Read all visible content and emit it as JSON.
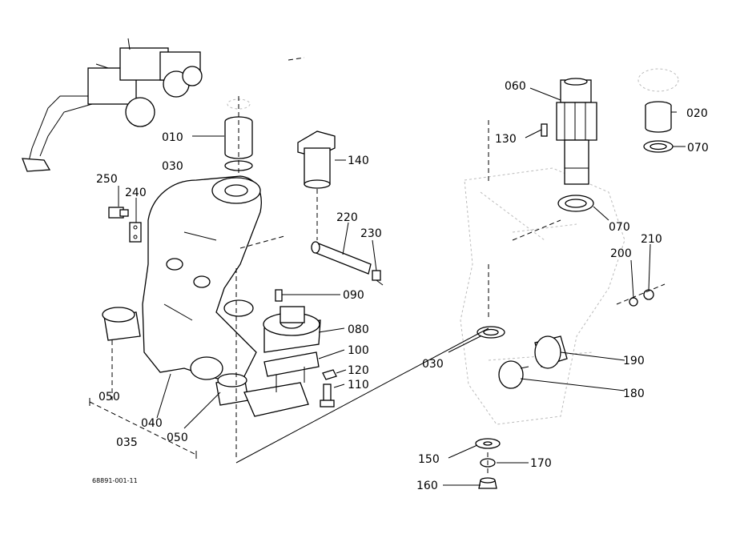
{
  "labels": {
    "p010": "010",
    "p030a": "030",
    "p250": "250",
    "p240": "240",
    "p140": "140",
    "p220": "220",
    "p230": "230",
    "p090": "090",
    "p080": "080",
    "p100": "100",
    "p120": "120",
    "p110": "110",
    "p050a": "050",
    "p040": "040",
    "p035": "035",
    "p050b": "050",
    "p060": "060",
    "p130": "130",
    "p020": "020",
    "p070a": "070",
    "p070b": "070",
    "p210": "210",
    "p200": "200",
    "p030b": "030",
    "p190": "190",
    "p180": "180",
    "p150": "150",
    "p170": "170",
    "p160": "160"
  },
  "drawing_code": "68891-001-11"
}
